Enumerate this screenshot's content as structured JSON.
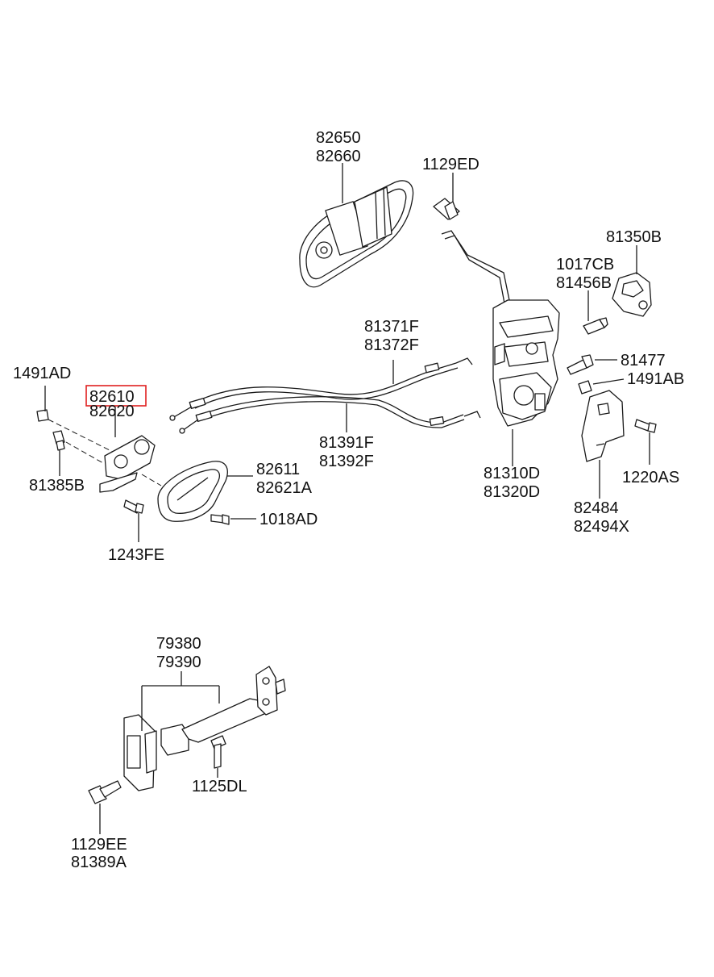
{
  "labels": {
    "p82650": "82650",
    "p82660": "82660",
    "p1129ED": "1129ED",
    "p81350B": "81350B",
    "p1017CB": "1017CB",
    "p81456B": "81456B",
    "p81371F": "81371F",
    "p81372F": "81372F",
    "p81477": "81477",
    "p1491AB": "1491AB",
    "p1491AD": "1491AD",
    "p82610": "82610",
    "p82620": "82620",
    "p81385B": "81385B",
    "p82611": "82611",
    "p82621A": "82621A",
    "p1018AD": "1018AD",
    "p1243FE": "1243FE",
    "p81391F": "81391F",
    "p81392F": "81392F",
    "p81310D": "81310D",
    "p81320D": "81320D",
    "p1220AS": "1220AS",
    "p82484": "82484",
    "p82494X": "82494X",
    "p79380": "79380",
    "p79390": "79390",
    "p1125DL": "1125DL",
    "p1129EE": "1129EE",
    "p81389A": "81389A"
  },
  "colors": {
    "highlight": "#e02020",
    "line": "#1a1a1a"
  }
}
